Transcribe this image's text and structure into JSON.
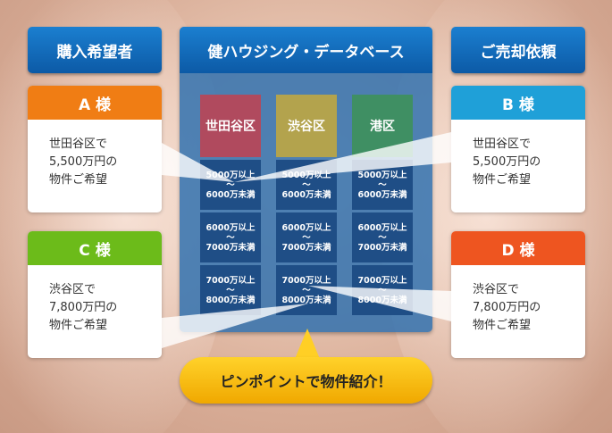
{
  "header_left": "購入希望者",
  "header_center": "健ハウジング・データベース",
  "header_right": "ご売却依頼",
  "areas": [
    {
      "name": "世田谷区",
      "color": "#b04a5e"
    },
    {
      "name": "渋谷区",
      "color": "#b3a34d"
    },
    {
      "name": "港区",
      "color": "#3f8f63"
    }
  ],
  "price_ranges": [
    {
      "from": "5000万以上",
      "tilde": "〜",
      "to": "6000万未満"
    },
    {
      "from": "6000万以上",
      "tilde": "〜",
      "to": "7000万未満"
    },
    {
      "from": "7000万以上",
      "tilde": "〜",
      "to": "8000万未満"
    }
  ],
  "cards": {
    "a": {
      "name": "A 様",
      "lines": [
        "世田谷区で",
        "5,500万円の",
        "物件ご希望"
      ],
      "color": "#f07d14"
    },
    "b": {
      "name": "B 様",
      "lines": [
        "世田谷区で",
        "5,500万円の",
        "物件ご希望"
      ],
      "color": "#1fa0d8"
    },
    "c": {
      "name": "C 様",
      "lines": [
        "渋谷区で",
        "7,800万円の",
        "物件ご希望"
      ],
      "color": "#6cbb1a"
    },
    "d": {
      "name": "D 様",
      "lines": [
        "渋谷区で",
        "7,800万円の",
        "物件ご希望"
      ],
      "color": "#ee5520"
    }
  },
  "bubble_text": "ピンポイントで物件紹介！"
}
